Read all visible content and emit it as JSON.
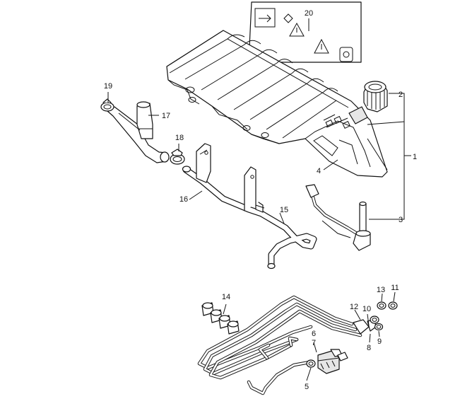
{
  "callouts": {
    "c1": "1",
    "c2": "2",
    "c3": "3",
    "c4": "4",
    "c5": "5",
    "c6": "6",
    "c7": "7",
    "c8": "8",
    "c9": "9",
    "c10": "10",
    "c11": "11",
    "c12": "12",
    "c13": "13",
    "c14": "14",
    "c15": "15",
    "c16": "16",
    "c17": "17",
    "c18": "18",
    "c19": "19",
    "c20": "20"
  },
  "icons": {
    "warning_label": "warning-label-icon",
    "hazard_a": "warning-triangle-icon",
    "hazard_b": "warning-triangle-icon",
    "book": "manual-book-icon",
    "hand": "hand-icon"
  },
  "colors": {
    "line": "#111111",
    "shade": "#e6e6e6",
    "background": "#ffffff"
  }
}
